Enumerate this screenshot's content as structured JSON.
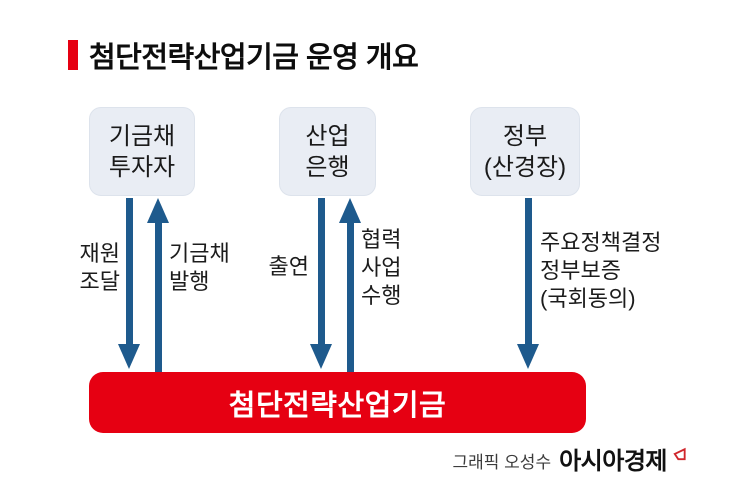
{
  "title": {
    "text": "첨단전략산업기금 운영 개요"
  },
  "nodes": [
    {
      "label": "기금채\n투자자"
    },
    {
      "label": "산업\n은행"
    },
    {
      "label": "정부\n(산경장)"
    }
  ],
  "flows": [
    {
      "down_label": "재원\n조달",
      "up_label": "기금채\n발행"
    },
    {
      "down_label": "출연",
      "up_label": "협력\n사업\n수행"
    },
    {
      "down_label": "주요정책결정\n정부보증\n(국회동의)"
    }
  ],
  "fund_box": {
    "label": "첨단전략산업기금"
  },
  "credit": {
    "graphic_by": "그래픽 오성수",
    "brand": "아시아경제"
  },
  "colors": {
    "accent_red": "#e60012",
    "arrow_blue": "#1e5a8d",
    "node_bg": "#e9edf4",
    "node_border": "#dde3ec"
  }
}
